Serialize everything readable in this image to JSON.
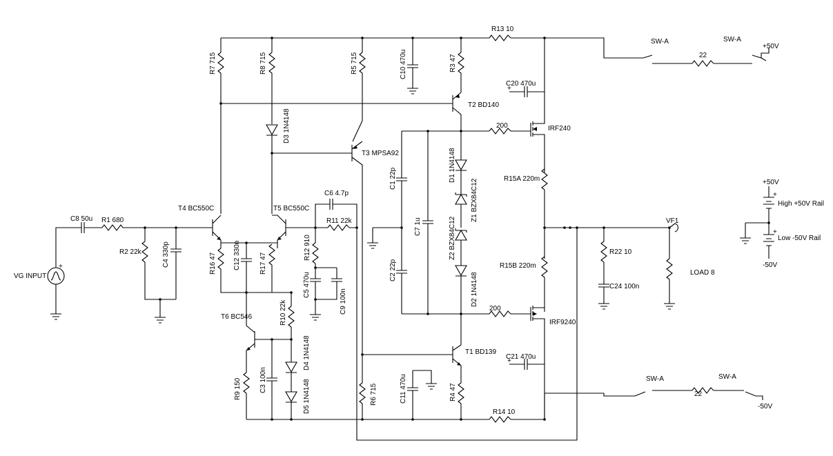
{
  "colors": {
    "wire": "#000000",
    "background": "#ffffff"
  },
  "labels": {
    "r13": "R13 10",
    "sw_a_top_left": "SW-A",
    "sw_a_top_right": "SW-A",
    "plus50_top": "+50V",
    "r22_top": "22",
    "r7": "R7 715",
    "r8": "R8 715",
    "r5": "R5 715",
    "c10": "C10 470u",
    "r3": "R3 47",
    "c20": "C20 470u",
    "t2": "T2 BD140",
    "d3": "D3 1N4148",
    "mos_top": "IRF240",
    "r200_top": "200",
    "t3": "T3 MPSA92",
    "d1": "D1 1N4148",
    "c1": "C1 22p",
    "z1": "Z1 BZX84C12",
    "r15a": "R15A 220m",
    "plus50_side": "+50V",
    "high_rail": "High +50V Rail",
    "c6": "C6 4.7p",
    "t4": "T4 BC550C",
    "t5": "T5 BC550C",
    "c8": "C8 50u",
    "r1": "R1 680",
    "r11": "R11 22k",
    "c7": "C7 1u",
    "z2": "Z2 BZX84C12",
    "vf1": "VF1",
    "low_rail": "Low -50V Rail",
    "r2": "R2 22k",
    "c4": "C4 330p",
    "r12": "R12 910",
    "r22_10": "R22 10",
    "minus50_side": "-50V",
    "r16": "R16 47",
    "c12": "C12 330n",
    "r17": "R17 47",
    "vg_input": "VG INPUT",
    "c5": "C5 470u",
    "c2": "C2 22p",
    "r15b": "R15B 220m",
    "load": "LOAD 8",
    "d2": "D2 1N4148",
    "c24": "C24 100n",
    "c9": "C9 100n",
    "t6": "T6 BC546",
    "r10": "R10 22k",
    "r200_bot": "200",
    "mos_bot": "IRF9240",
    "t1": "T1 BD139",
    "c21": "C21 470u",
    "d4": "D4 1N4148",
    "r9": "R9 150",
    "c3": "C3 100n",
    "sw_a_bot_left": "SW-A",
    "sw_a_bot_right": "SW-A",
    "r22_bot": "22",
    "c11": "C11 470u",
    "r6": "R6 715",
    "r4": "R4 47",
    "d5": "D5 1N4148",
    "minus50_bot": "-50V",
    "r14": "R14 10",
    "plus_mark": "+"
  }
}
